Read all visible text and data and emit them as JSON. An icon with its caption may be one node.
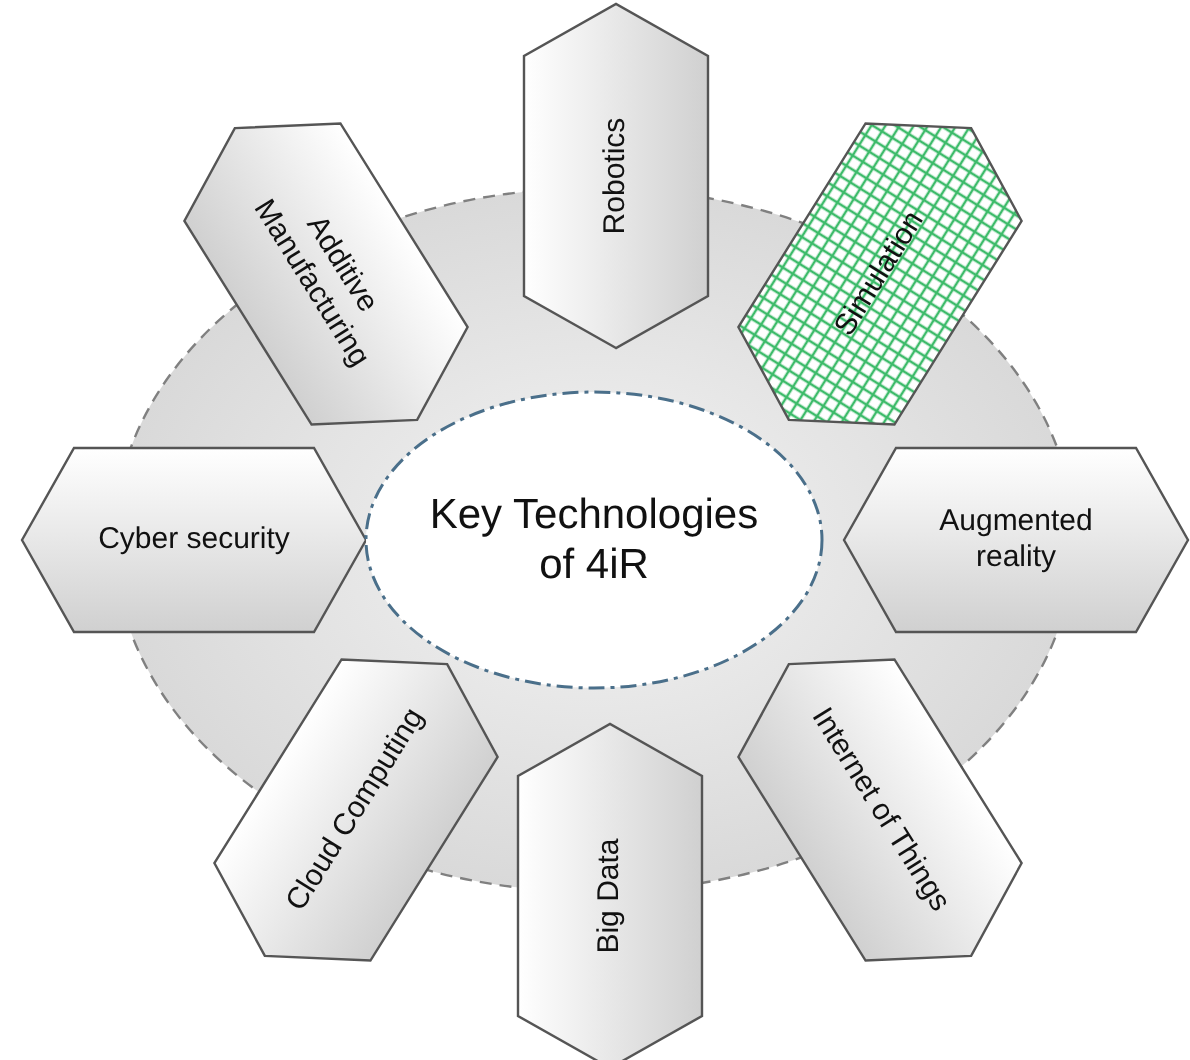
{
  "diagram": {
    "nodes": [
      {
        "text": [
          "Key Technologies of 4iR"
        ]
      },
      {
        "text": [
          "Robotics"
        ]
      },
      {
        "text": [
          "Additive Manufacturing"
        ]
      },
      {
        "text": [
          "Simulation"
        ]
      },
      {
        "text": [
          "Cyber security"
        ]
      },
      {
        "text": [
          "Augmented reality"
        ]
      },
      {
        "text": [
          "Cloud Computing"
        ]
      },
      {
        "text": [
          "Internet of Things"
        ]
      },
      {
        "text": [
          "Big Data"
        ]
      }
    ]
  }
}
